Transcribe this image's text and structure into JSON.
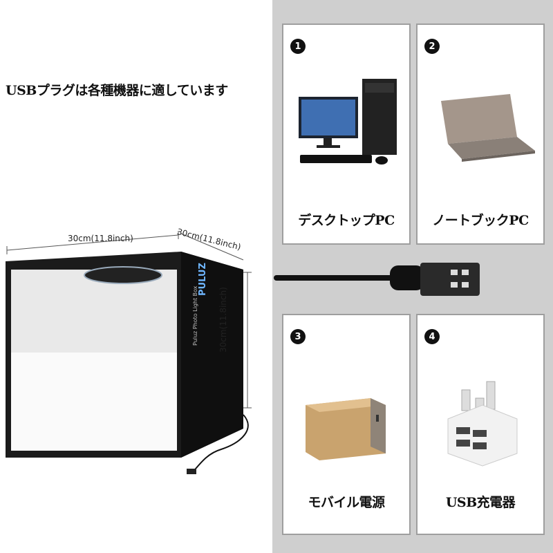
{
  "headline": "USBプラグは各種機器に適しています",
  "devices": [
    {
      "number": "1",
      "label": "デスクトップPC",
      "icon": "desktop-pc-icon"
    },
    {
      "number": "2",
      "label": "ノートブックPC",
      "icon": "laptop-icon"
    },
    {
      "number": "3",
      "label": "モバイル電源",
      "icon": "power-bank-icon"
    },
    {
      "number": "4",
      "label": "USB充電器",
      "icon": "usb-charger-icon"
    }
  ],
  "lightbox": {
    "brand": "PULUZ",
    "subtitle": "Puluz Photo Light Box",
    "dims": {
      "width": "30cm(11.8inch)",
      "depth": "30cm(11.8inch)",
      "height": "30cm(11.8inch)"
    }
  },
  "colors": {
    "panel": "#cfcfcf",
    "card_border": "#9e9e9e",
    "badge": "#111111"
  }
}
